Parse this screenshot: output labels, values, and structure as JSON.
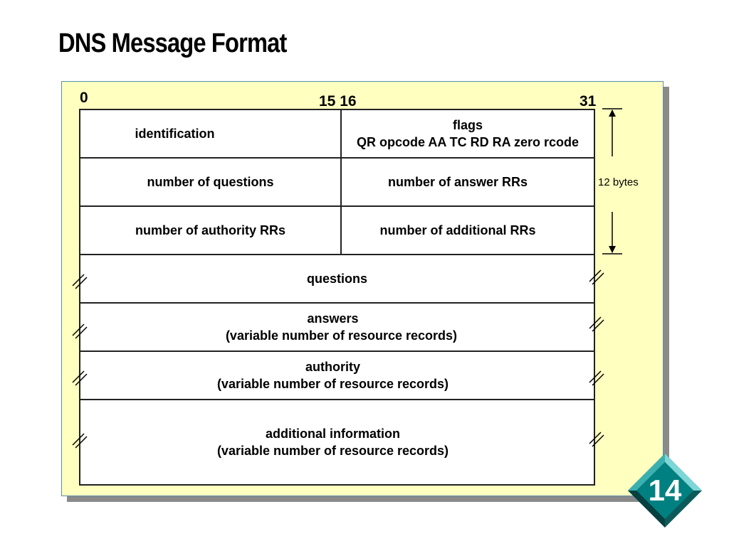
{
  "slide": {
    "title": "DNS Message Format",
    "page_number": "14"
  },
  "bit_labels": {
    "start": "0",
    "mid": "15 16",
    "end": "31"
  },
  "size_annotation": "12 bytes",
  "header_rows": [
    {
      "left": "identification",
      "right_line1": "flags",
      "right_line2": "QR opcode AA TC RD RA zero rcode"
    },
    {
      "left": "number of questions",
      "right": "number of answer RRs"
    },
    {
      "left": "number of authority RRs",
      "right": "number of additional RRs"
    }
  ],
  "body_rows": [
    {
      "line1": "questions"
    },
    {
      "line1": "answers",
      "line2": "(variable number of resource records)"
    },
    {
      "line1": "authority",
      "line2": "(variable number of resource records)"
    },
    {
      "line1": "additional information",
      "line2": "(variable number of resource records)"
    }
  ],
  "colors": {
    "panel_background": "#ffffc0",
    "badge_primary": "#008080"
  },
  "icons": [
    "break-mark-icon",
    "slide-number-badge"
  ]
}
